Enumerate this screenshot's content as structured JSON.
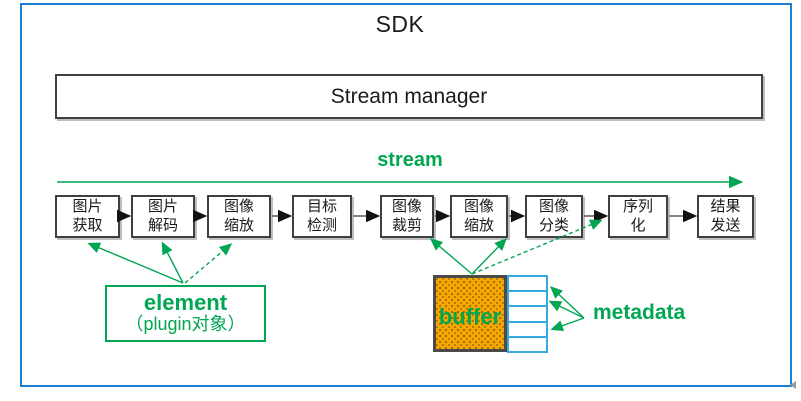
{
  "title": "SDK",
  "stream_manager": {
    "label": "Stream manager"
  },
  "stream": {
    "label": "stream"
  },
  "pipeline": {
    "stages": [
      {
        "label": "图片\n获取"
      },
      {
        "label": "图片\n解码"
      },
      {
        "label": "图像\n缩放"
      },
      {
        "label": "目标\n检测"
      },
      {
        "label": "图像\n裁剪"
      },
      {
        "label": "图像\n缩放"
      },
      {
        "label": "图像\n分类"
      },
      {
        "label": "序列\n化"
      },
      {
        "label": "结果\n发送"
      }
    ]
  },
  "element": {
    "line1": "element",
    "line2": "（plugin对象）"
  },
  "buffer": {
    "label": "buffer",
    "row_count": 5
  },
  "metadata": {
    "label": "metadata"
  },
  "colors": {
    "accent_green": "#00a651",
    "frame_blue": "#1e7fd8",
    "cell_cyan": "#35a8e0",
    "buffer_orange": "#f7a800",
    "box_border": "#3f3f3f"
  }
}
